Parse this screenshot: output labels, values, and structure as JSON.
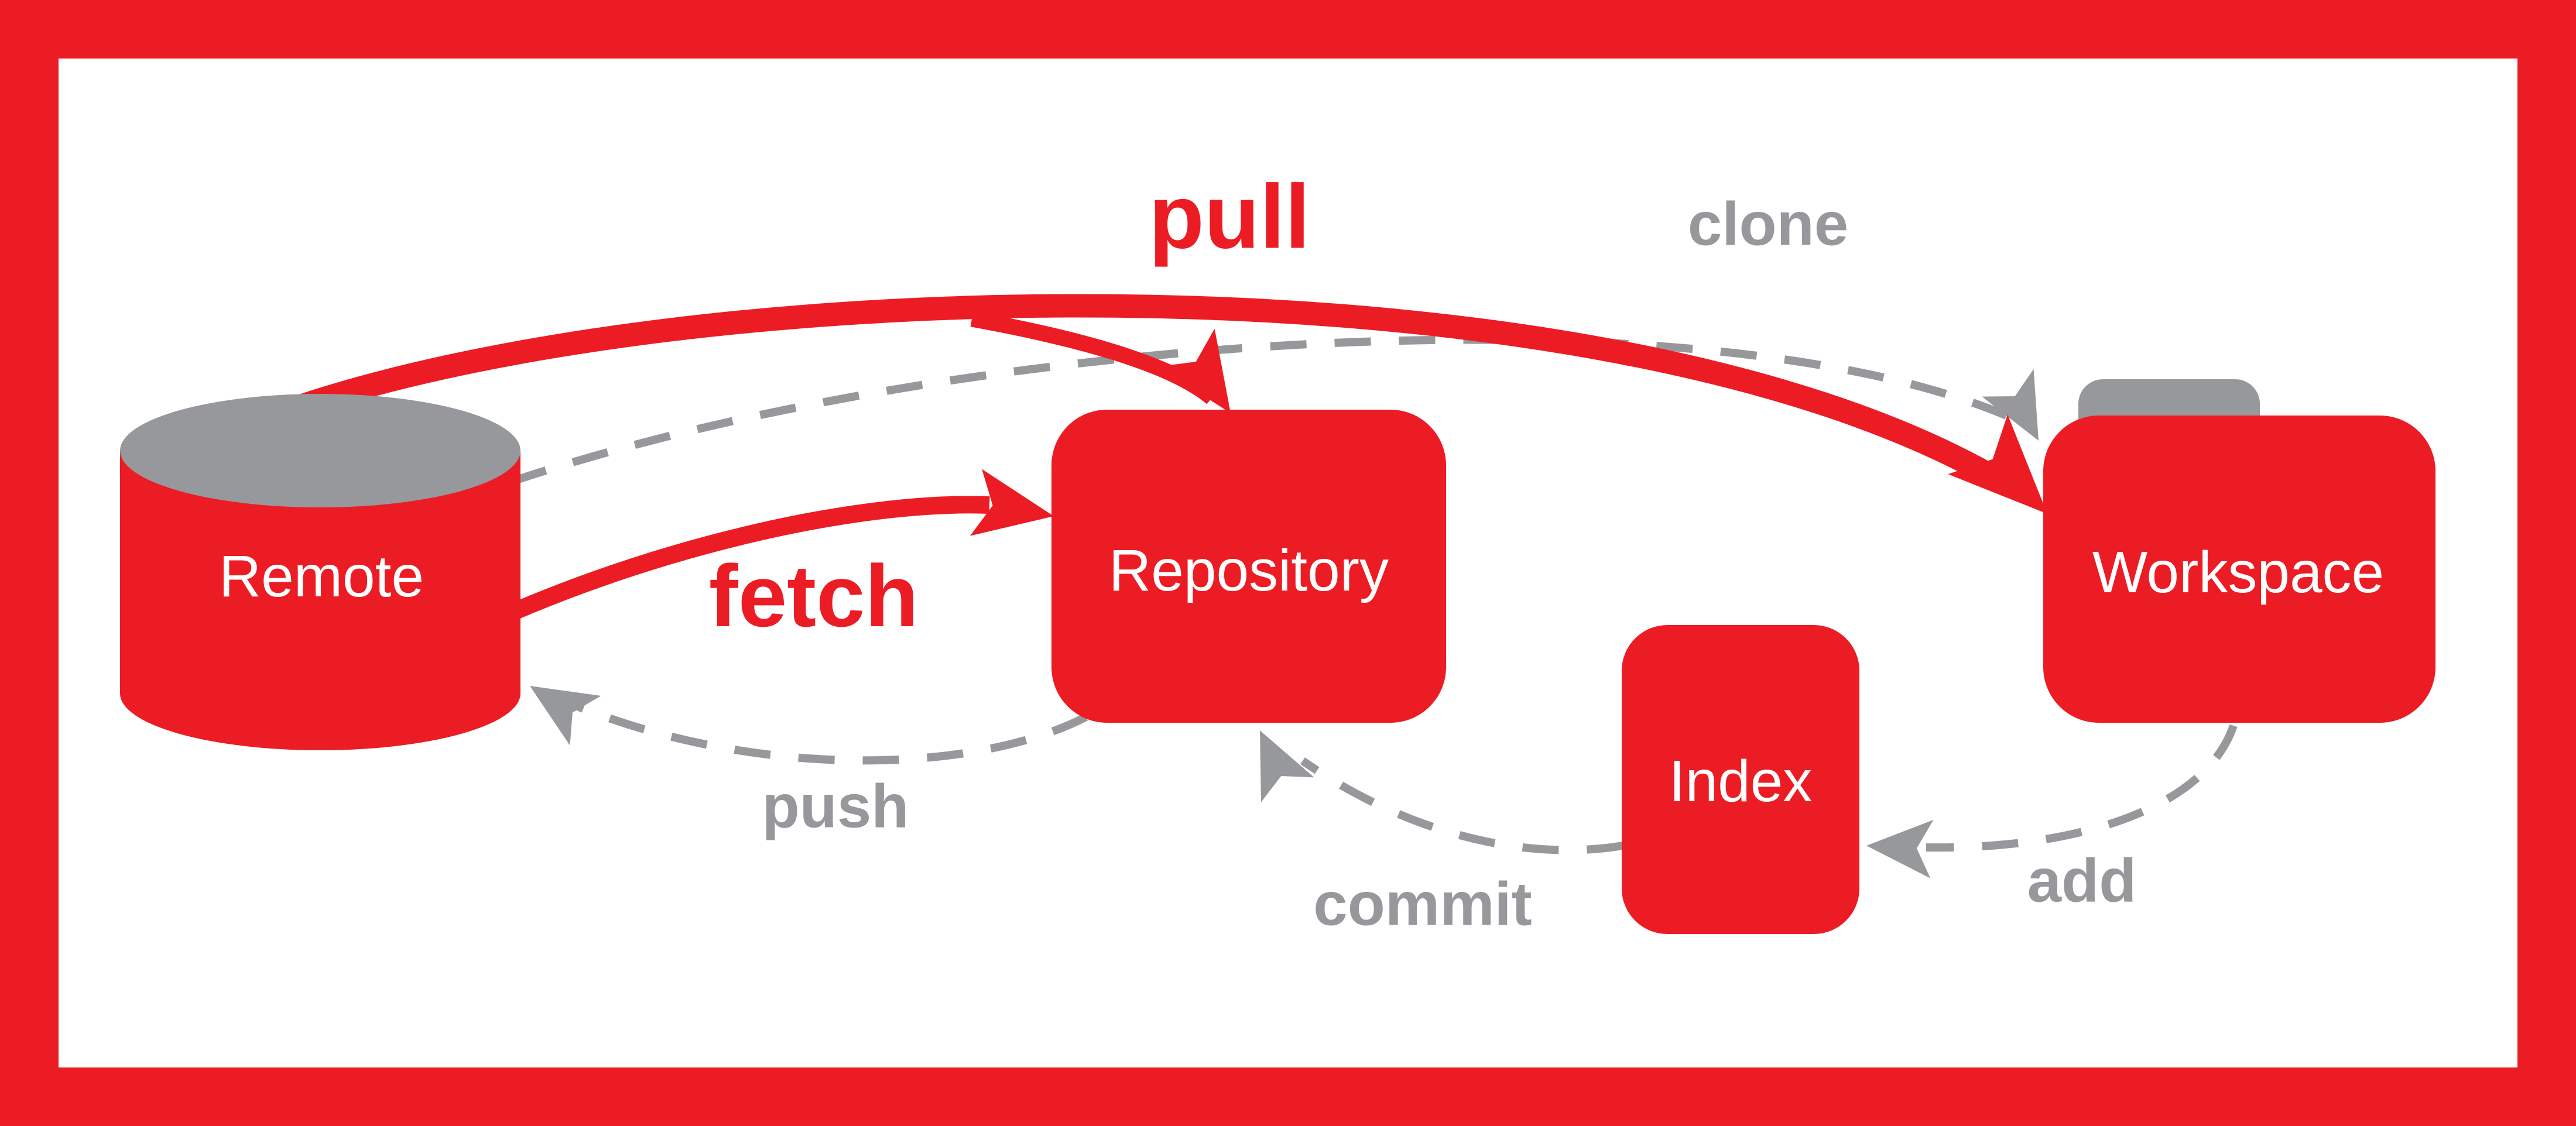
{
  "diagram": {
    "kind": "git-data-flow-diagram",
    "colors": {
      "accent_red": "#EC1C24",
      "gray": "#97989C",
      "background": "#FFFFFF",
      "node_text": "#FFFFFF"
    },
    "nodes": {
      "remote": {
        "label": "Remote",
        "shape": "cylinder"
      },
      "repository": {
        "label": "Repository",
        "shape": "rounded-rect"
      },
      "index": {
        "label": "Index",
        "shape": "rounded-rect"
      },
      "workspace": {
        "label": "Workspace",
        "shape": "folder"
      }
    },
    "edges": {
      "pull": {
        "label": "pull",
        "style": "solid",
        "color": "#EC1C24",
        "from": "Remote",
        "to": "Workspace / Repository"
      },
      "clone": {
        "label": "clone",
        "style": "dashed",
        "color": "#97989C",
        "from": "Remote",
        "to": "Workspace"
      },
      "fetch": {
        "label": "fetch",
        "style": "solid",
        "color": "#EC1C24",
        "from": "Remote",
        "to": "Repository"
      },
      "push": {
        "label": "push",
        "style": "dashed",
        "color": "#97989C",
        "from": "Repository",
        "to": "Remote"
      },
      "commit": {
        "label": "commit",
        "style": "dashed",
        "color": "#97989C",
        "from": "Index",
        "to": "Repository"
      },
      "add": {
        "label": "add",
        "style": "dashed",
        "color": "#97989C",
        "from": "Workspace",
        "to": "Index"
      }
    }
  }
}
